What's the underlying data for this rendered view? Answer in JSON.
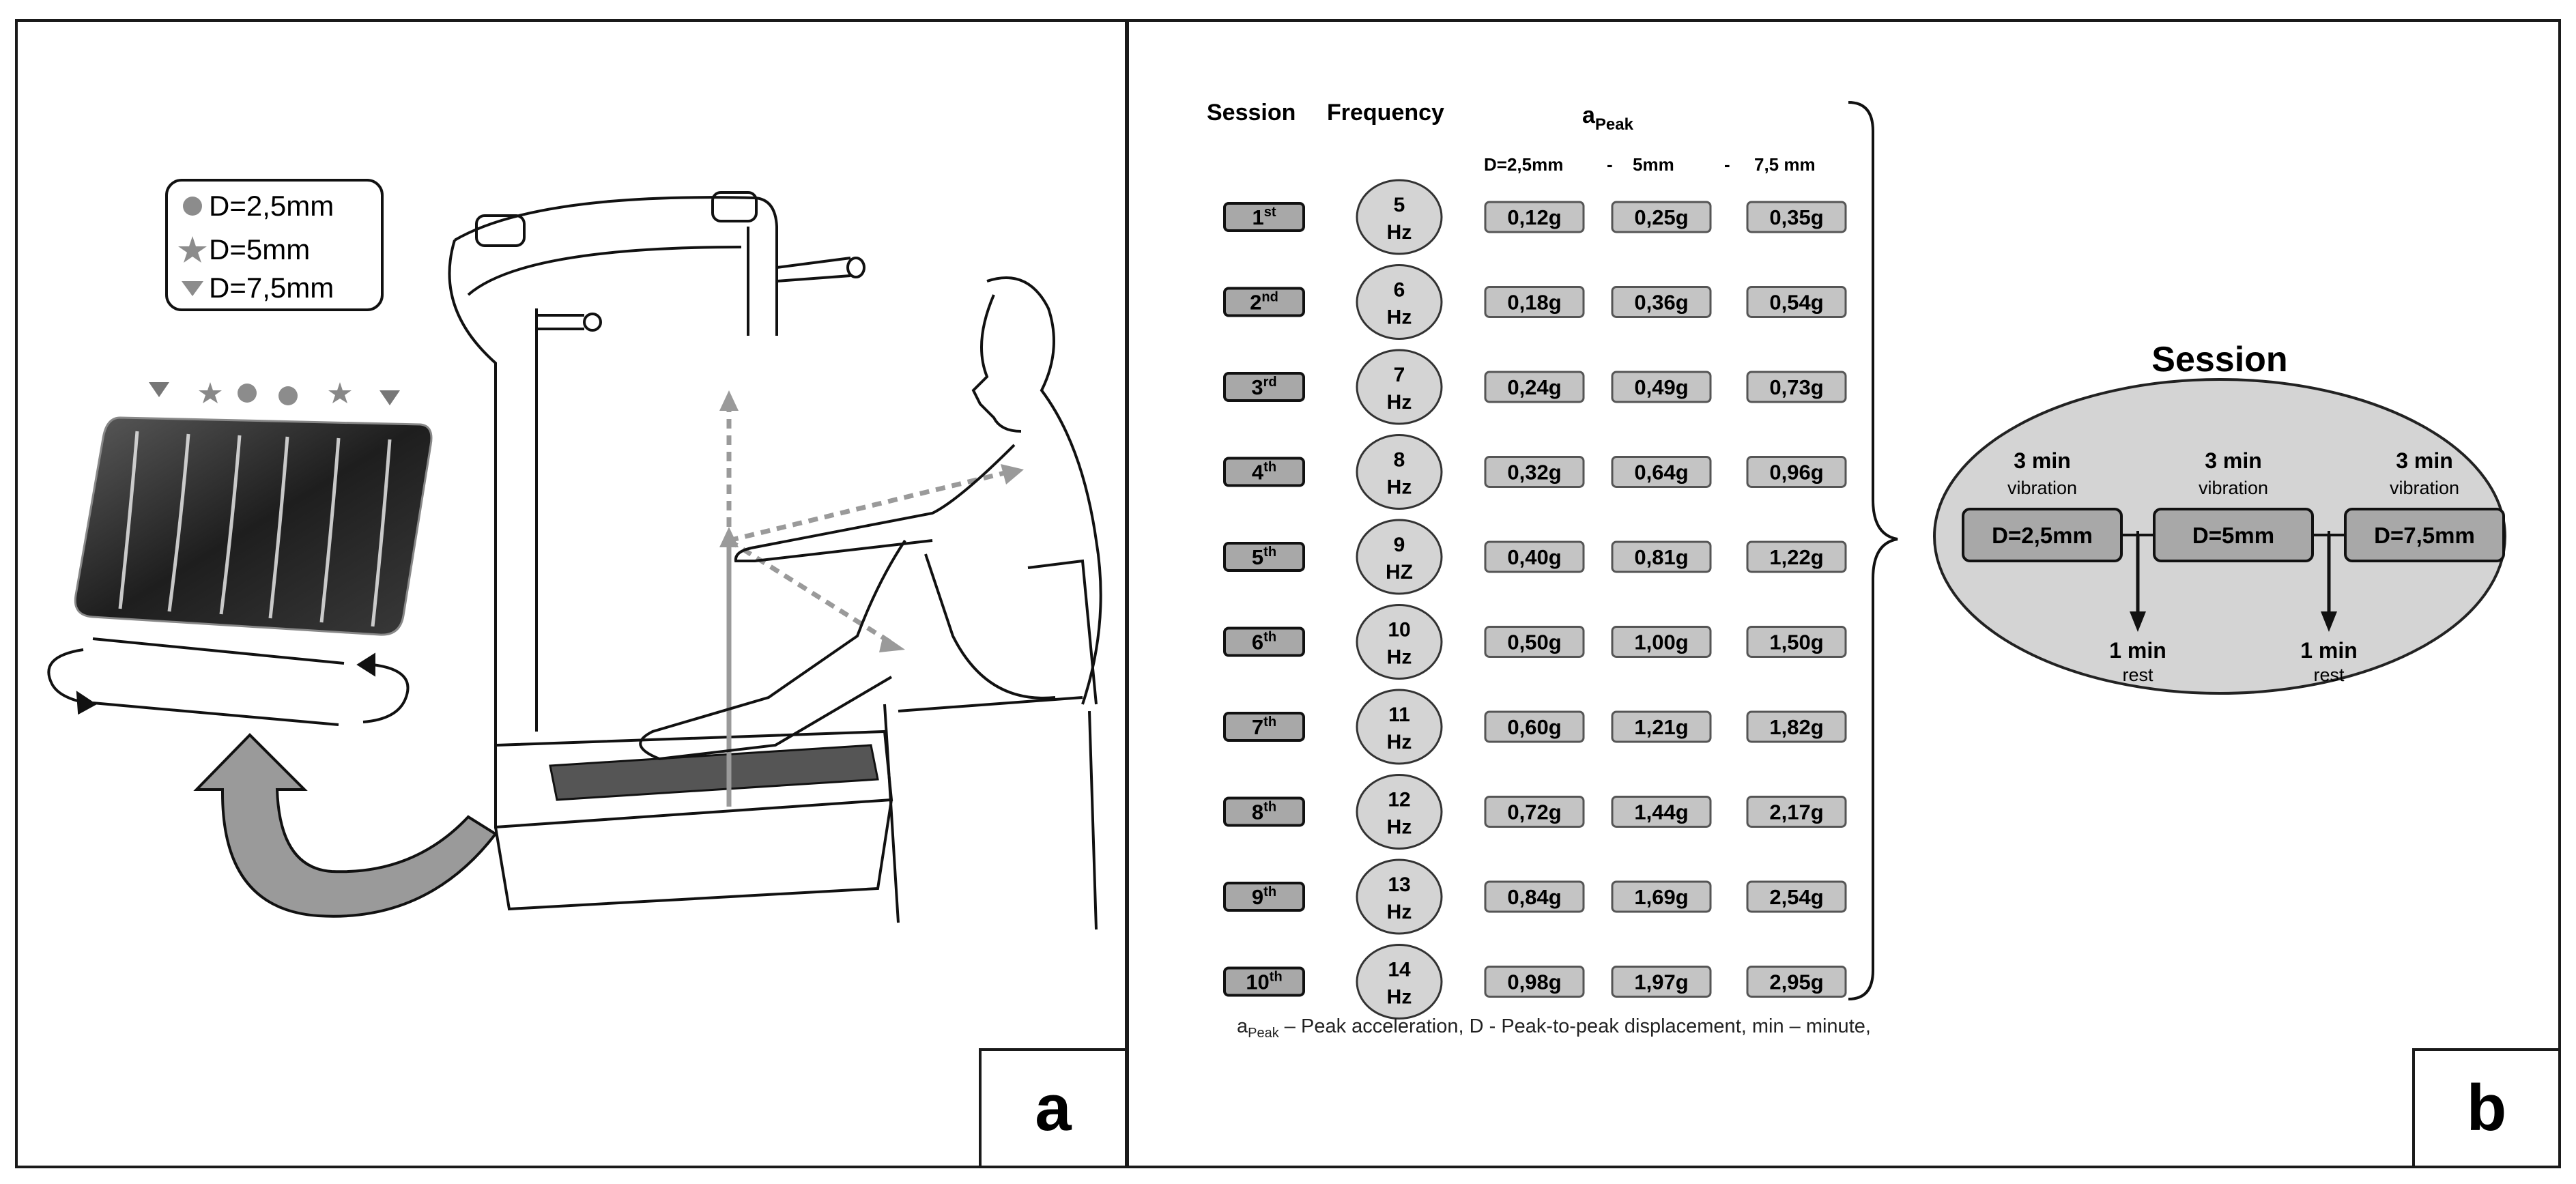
{
  "panel_a": {
    "letter": "a",
    "legend": [
      {
        "symbol": "circle",
        "label": "D=2,5mm"
      },
      {
        "symbol": "star",
        "label": "D=5mm"
      },
      {
        "symbol": "triangle",
        "label": "D=7,5mm"
      }
    ],
    "platform_markers": [
      "triangle",
      "star",
      "circle",
      "circle",
      "star",
      "triangle"
    ]
  },
  "panel_b": {
    "letter": "b",
    "headers": {
      "session": "Session",
      "frequency": "Frequency",
      "apeak_base": "a",
      "apeak_sub": "Peak",
      "d1": "D=2,5mm",
      "d2": "5mm",
      "d3": "7,5 mm",
      "sep": "-"
    },
    "rows": [
      {
        "num": "1",
        "ord": "st",
        "freq": "5",
        "unit": "Hz",
        "a1": "0,12g",
        "a2": "0,25g",
        "a3": "0,35g"
      },
      {
        "num": "2",
        "ord": "nd",
        "freq": "6",
        "unit": "Hz",
        "a1": "0,18g",
        "a2": "0,36g",
        "a3": "0,54g"
      },
      {
        "num": "3",
        "ord": "rd",
        "freq": "7",
        "unit": "Hz",
        "a1": "0,24g",
        "a2": "0,49g",
        "a3": "0,73g"
      },
      {
        "num": "4",
        "ord": "th",
        "freq": "8",
        "unit": "Hz",
        "a1": "0,32g",
        "a2": "0,64g",
        "a3": "0,96g"
      },
      {
        "num": "5",
        "ord": "th",
        "freq": "9",
        "unit": "HZ",
        "a1": "0,40g",
        "a2": "0,81g",
        "a3": "1,22g"
      },
      {
        "num": "6",
        "ord": "th",
        "freq": "10",
        "unit": "Hz",
        "a1": "0,50g",
        "a2": "1,00g",
        "a3": "1,50g"
      },
      {
        "num": "7",
        "ord": "th",
        "freq": "11",
        "unit": "Hz",
        "a1": "0,60g",
        "a2": "1,21g",
        "a3": "1,82g"
      },
      {
        "num": "8",
        "ord": "th",
        "freq": "12",
        "unit": "Hz",
        "a1": "0,72g",
        "a2": "1,44g",
        "a3": "2,17g"
      },
      {
        "num": "9",
        "ord": "th",
        "freq": "13",
        "unit": "Hz",
        "a1": "0,84g",
        "a2": "1,69g",
        "a3": "2,54g"
      },
      {
        "num": "10",
        "ord": "th",
        "freq": "14",
        "unit": "Hz",
        "a1": "0,98g",
        "a2": "1,97g",
        "a3": "2,95g"
      }
    ],
    "session_diagram": {
      "title": "Session",
      "vibration_time": "3 min",
      "vibration_label": "vibration",
      "steps": [
        "D=2,5mm",
        "D=5mm",
        "D=7,5mm"
      ],
      "rest_time": "1 min",
      "rest_label": "rest"
    },
    "footnote": {
      "a_base": "a",
      "a_sub": "Peak",
      "text": " – Peak acceleration, D - Peak-to-peak displacement, min – minute,"
    }
  },
  "colors": {
    "box_fill": "#a8a8a8",
    "ellipse_fill": "#d4d4d4",
    "marker_gray": "#8c8c8c",
    "arrow_gray": "#9a9a9a"
  }
}
